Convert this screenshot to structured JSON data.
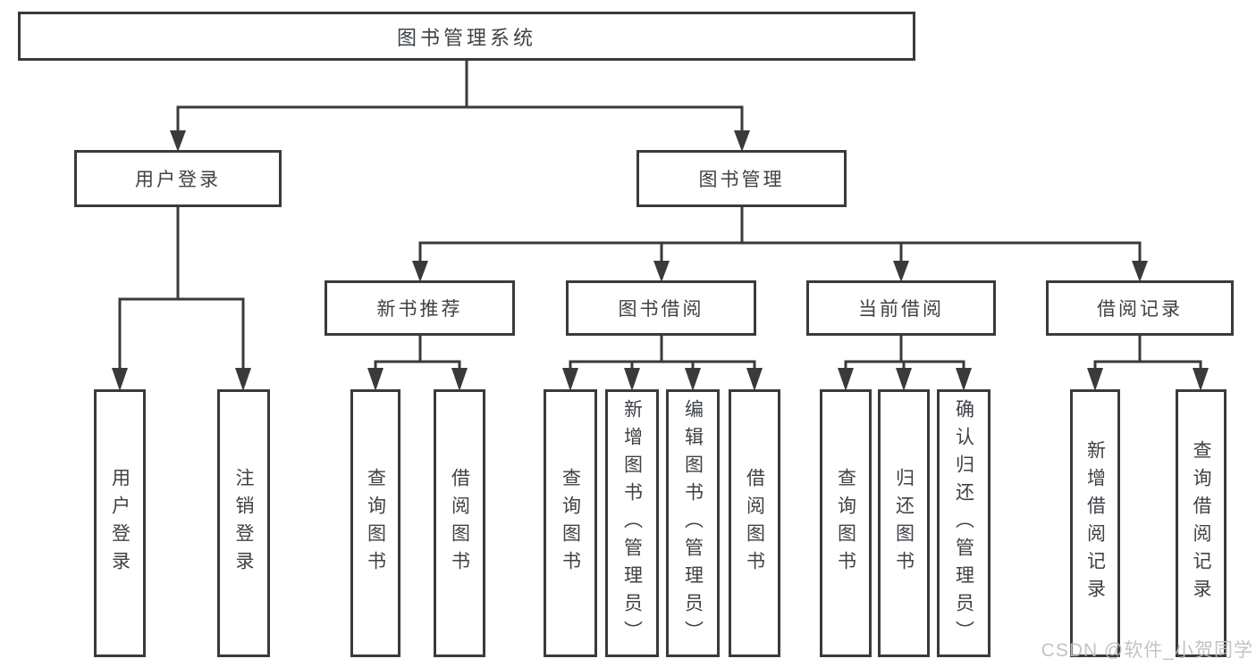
{
  "tree": {
    "label": "图书管理系统",
    "children": [
      {
        "label": "用户登录",
        "children": [
          {
            "label": "用户登录"
          },
          {
            "label": "注销登录"
          }
        ]
      },
      {
        "label": "图书管理",
        "children": [
          {
            "label": "新书推荐",
            "children": [
              {
                "label": "查询图书"
              },
              {
                "label": "借阅图书"
              }
            ]
          },
          {
            "label": "图书借阅",
            "children": [
              {
                "label": "查询图书"
              },
              {
                "label": "新增图书（管理员）"
              },
              {
                "label": "编辑图书（管理员）"
              },
              {
                "label": "借阅图书"
              }
            ]
          },
          {
            "label": "当前借阅",
            "children": [
              {
                "label": "查询图书"
              },
              {
                "label": "归还图书"
              },
              {
                "label": "确认归还（管理员）"
              }
            ]
          },
          {
            "label": "借阅记录",
            "children": [
              {
                "label": "新增借阅记录"
              },
              {
                "label": "查询借阅记录"
              }
            ]
          }
        ]
      }
    ]
  },
  "watermark": "CSDN @软件_小贺同学",
  "colors": {
    "line": "#3a3a3a",
    "text": "#3e4246",
    "watermark": "#bebebe",
    "background": "#ffffff"
  }
}
